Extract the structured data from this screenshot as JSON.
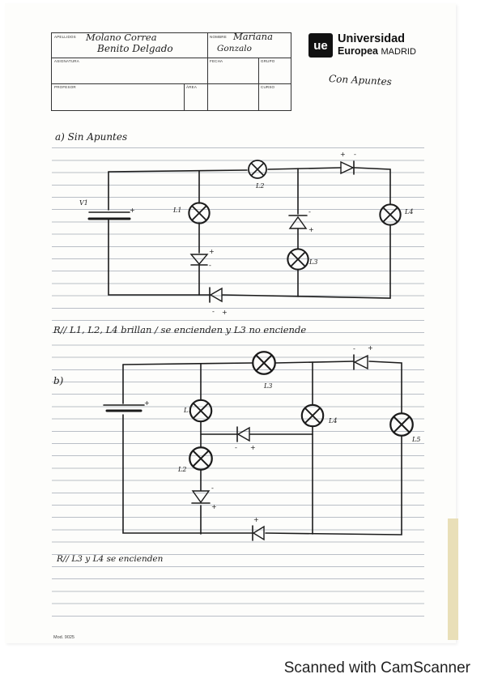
{
  "form": {
    "apellidos_label": "APELLIDOS",
    "apellidos_value_1": "Molano Correa",
    "apellidos_value_2": "Benito Delgado",
    "nombre_label": "NOMBRE",
    "nombre_value_1": "Mariana",
    "nombre_value_2": "Gonzalo",
    "asignatura_label": "ASIGNATURA",
    "fecha_label": "FECHA",
    "grupo_label": "GRUPO",
    "profesor_label": "PROFESOR",
    "area_label": "ÁREA",
    "curso_label": "CURSO"
  },
  "brand": {
    "logo": "ue",
    "line1": "Universidad",
    "line2_bold": "Europea",
    "line2_rest": "MADRID"
  },
  "header_note": "Con Apuntes",
  "section_a": {
    "title": "a)  Sin Apuntes",
    "labels": {
      "v1": "V1",
      "l1": "L1",
      "l2": "L2",
      "l3": "L3",
      "l4": "L4"
    },
    "answer": "R// L1, L2, L4 brillan / se encienden y L3 no enciende"
  },
  "section_b": {
    "title": "b)",
    "labels": {
      "l1": "L1",
      "l2": "L2",
      "l3": "L3",
      "l4": "L4",
      "l5": "L5"
    },
    "answer": "R// L3 y L4 se encienden"
  },
  "polarity": {
    "plus": "+",
    "minus": "-"
  },
  "model_code": "Mod. 9025",
  "footer": "Scanned with CamScanner"
}
